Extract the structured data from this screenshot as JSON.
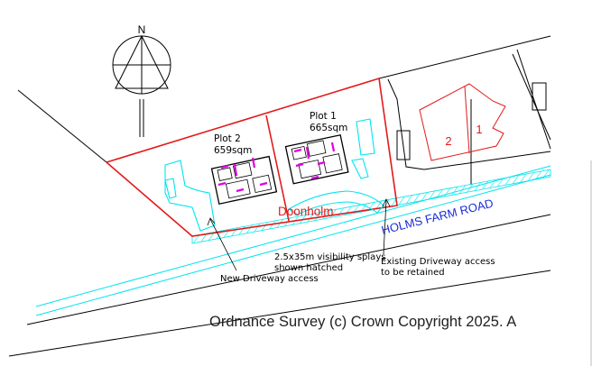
{
  "north_label": "N",
  "plots": [
    {
      "name": "Plot 2",
      "area": "659sqm"
    },
    {
      "name": "Plot 1",
      "area": "665sqm"
    }
  ],
  "property_name": "Doonholm",
  "road_name": "HOLMS FARM ROAD",
  "existing_units": [
    "2",
    "1"
  ],
  "annotations": {
    "visibility_1": "2.5x35m visibility splays",
    "visibility_2": "shown hatched",
    "new_access": "New Driveway access",
    "existing_access_1": "Existing Driveway access",
    "existing_access_2": "to be retained"
  },
  "copyright": "Ordnance Survey (c) Crown Copyright 2025. A",
  "colors": {
    "boundary": "#e31a1a",
    "driveway": "#00e5ee",
    "road_label": "#1a2bd6",
    "linework": "#000000",
    "interior": "#e000e0"
  }
}
